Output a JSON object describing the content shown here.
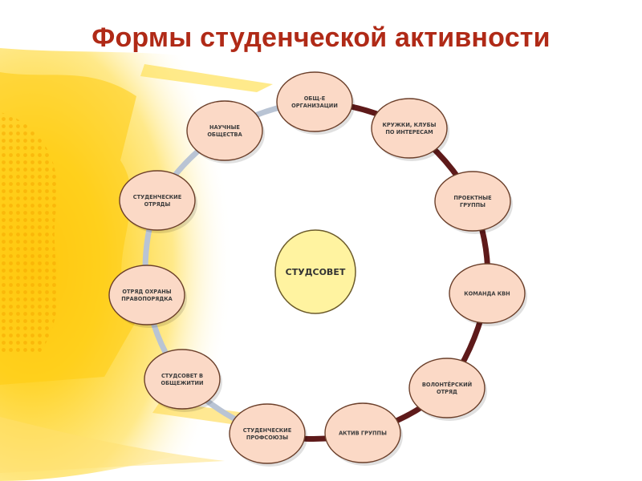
{
  "title": "Формы студенческой активности",
  "center": {
    "label": "СТУДСОВЕТ"
  },
  "nodes": [
    {
      "id": "obsch-org",
      "lines": [
        "ОБЩ-Е",
        "ОРГАНИЗАЦИИ"
      ]
    },
    {
      "id": "kruzhki",
      "lines": [
        "КРУЖКИ, КЛУБЫ",
        "ПО ИНТЕРЕСАМ"
      ]
    },
    {
      "id": "proekt",
      "lines": [
        "ПРОЕКТНЫЕ",
        "ГРУППЫ"
      ]
    },
    {
      "id": "kvn",
      "lines": [
        "КОМАНДА КВН"
      ]
    },
    {
      "id": "volonter",
      "lines": [
        "ВОЛОНТЁРСКИЙ",
        "ОТРЯД"
      ]
    },
    {
      "id": "aktiv",
      "lines": [
        "АКТИВ ГРУППЫ"
      ]
    },
    {
      "id": "profsoyuz",
      "lines": [
        "СТУДЕНЧЕСКИЕ",
        "ПРОФСОЮЗЫ"
      ]
    },
    {
      "id": "obschezhitie",
      "lines": [
        "СТУДСОВЕТ В",
        "ОБЩЕЖИТИИ"
      ]
    },
    {
      "id": "okhrana",
      "lines": [
        "ОТРЯД ОХРАНЫ",
        "ПРАВОПОРЯДКА"
      ]
    },
    {
      "id": "otryady",
      "lines": [
        "СТУДЕНЧЕСКИЕ",
        "ОТРЯДЫ"
      ]
    },
    {
      "id": "nauch",
      "lines": [
        "НАУЧНЫЕ",
        "ОБЩЕСТВА"
      ]
    }
  ],
  "colors": {
    "title": "#b02a17",
    "node_fill": "#fbd9c6",
    "node_stroke": "#6b3f2a",
    "center_fill": "#fff3a0",
    "ring_dark": "#5e1a1a",
    "ring_light": "#b9c4d4"
  }
}
